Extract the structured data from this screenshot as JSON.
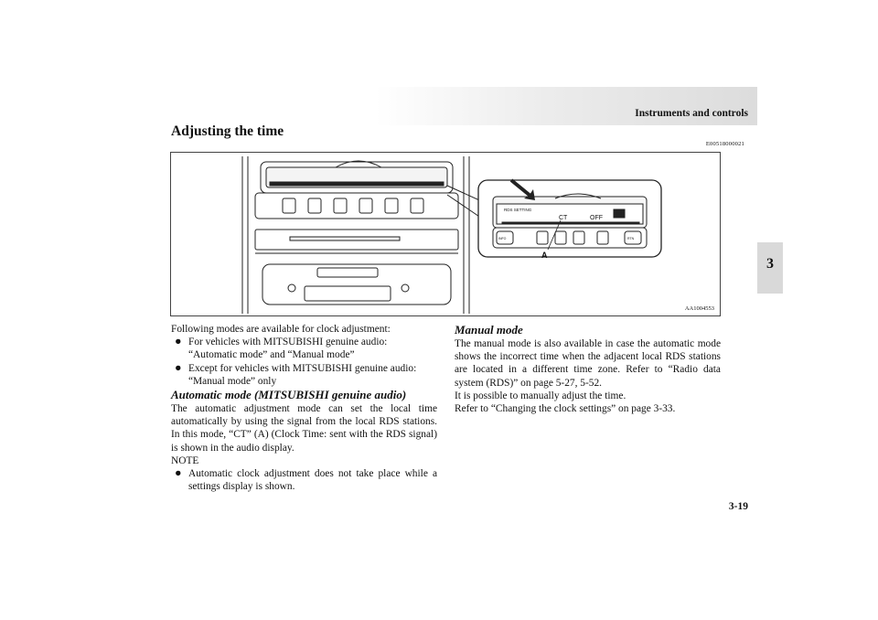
{
  "header": {
    "title": "Instruments and controls"
  },
  "side_tab": {
    "chapter": "3"
  },
  "section": {
    "title": "Adjusting the time",
    "code": "E00518000021"
  },
  "figure": {
    "code": "AA1004553",
    "callout_label": "A",
    "display": {
      "rds_text": "RDS SETTING",
      "ct_text": "CT",
      "off_text": "OFF",
      "info_button": "INFO",
      "rtn_button": "RTN"
    }
  },
  "left": {
    "intro": "Following modes are available for clock adjustment:",
    "bullets": [
      "For vehicles with MITSUBISHI genuine audio: “Automatic mode” and “Manual mode”",
      "Except for vehicles with MITSUBISHI genuine audio: “Manual mode” only"
    ],
    "auto_heading": "Automatic mode (MITSUBISHI genuine audio)",
    "auto_text": "The automatic adjustment mode can set the local time automatically by using the signal from the local RDS stations. In this mode, “CT” (A) (Clock Time: sent with the RDS signal) is shown in the audio display.",
    "note_label": "NOTE",
    "note_bullet": "Automatic clock adjustment does not take place while a settings display is shown."
  },
  "right": {
    "manual_heading": "Manual mode",
    "manual_text": "The manual mode is also available in case the automatic mode shows the incorrect time when the adjacent local RDS stations are located in a different time zone. Refer to “Radio data system (RDS)” on page 5-27, 5-52.",
    "manual_line2": "It is possible to manually adjust the time.",
    "manual_line3": "Refer to “Changing the clock settings” on page 3-33."
  },
  "footer": {
    "page_number": "3-19"
  }
}
